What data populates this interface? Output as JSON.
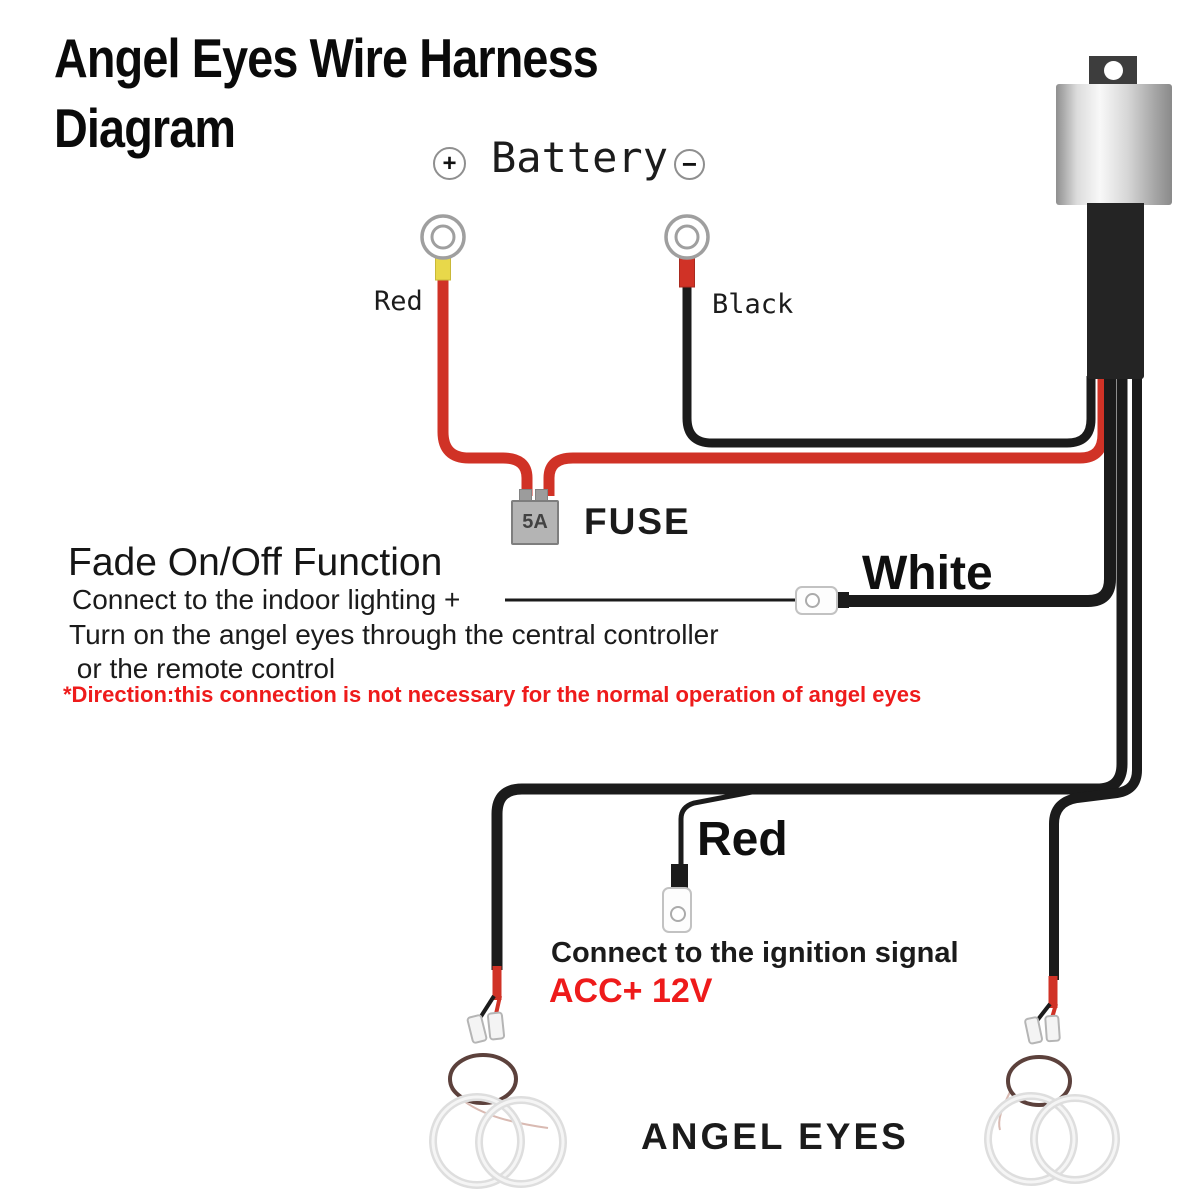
{
  "title": {
    "line1": "Angel Eyes Wire Harness",
    "line2": "Diagram"
  },
  "battery": {
    "label": "Battery",
    "plus_symbol": "+",
    "minus_symbol": "−"
  },
  "terminals": {
    "positive_wire_label": "Red",
    "negative_wire_label": "Black"
  },
  "fuse": {
    "rating": "5A",
    "label": "FUSE"
  },
  "fade_function": {
    "heading": "Fade On/Off Function",
    "instruction": "Connect to the indoor lighting +",
    "detail_line1": "Turn on the angel eyes through the central controller",
    "detail_line2": " or the remote control",
    "warning": "*Direction:this connection is not necessary for the normal operation of angel eyes",
    "wire_label": "White"
  },
  "ignition": {
    "wire_label": "Red",
    "instruction": "Connect to the ignition signal",
    "signal_label": "ACC+ 12V"
  },
  "output_label": "ANGEL EYES",
  "colors": {
    "wire_red": "#d03226",
    "wire_black": "#1b1b1b",
    "warning_red": "#ee1b1b",
    "crimp_yellow": "#e8d84a",
    "fuse_gray": "#b4b4b4",
    "relay_body_black": "#242424",
    "relay_tab_gray": "#3d3d3d",
    "terminal_ring_gray": "#9f9f9f",
    "halo_white": "#dedede",
    "coil_dark": "#5c413c"
  }
}
